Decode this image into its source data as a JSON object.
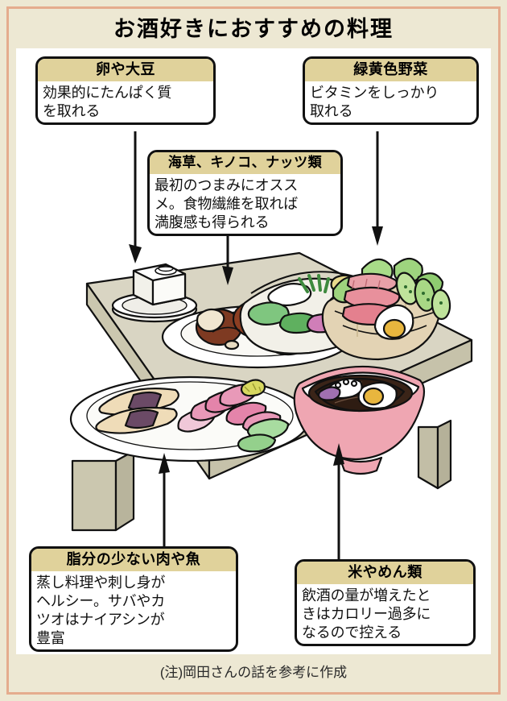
{
  "page": {
    "title": "お酒好きにおすすめの料理",
    "footnote": "(注)岡田さんの話を参考に作成",
    "frame_color": "#E5AC8E",
    "background_color": "#EDE8D3",
    "panel_color": "#FFFFFF",
    "callout_header_color": "#E0D29B",
    "callout_border_color": "#111111"
  },
  "callouts": [
    {
      "id": "egg",
      "heading": "卵や大豆",
      "body": "効果的にたんぱく質\nを取れる",
      "points_to": "tofu-block"
    },
    {
      "id": "vegetables",
      "heading": "緑黄色野菜",
      "body": "ビタミンをしっかり\n取れる",
      "points_to": "salad-basket"
    },
    {
      "id": "seaweed",
      "heading": "海草、キノコ、ナッツ類",
      "body": "最初のつまみにオスス\nメ。食物繊維を取れば\n満腹感も得られる",
      "points_to": "seaweed-plate"
    },
    {
      "id": "lean-meat-fish",
      "heading": "脂分の少ない肉や魚",
      "body": "蒸し料理や刺し身が\nヘルシー。サバやカ\nツオはナイアシンが\n豊富",
      "points_to": "sashimi-plate"
    },
    {
      "id": "rice-noodles",
      "heading": "米やめん類",
      "body": "飲酒の量が増えたと\nきはカロリー過多に\nなるので控える",
      "points_to": "noodle-bowl"
    }
  ],
  "illustration": {
    "name": "low-table-with-japanese-dishes",
    "table_top_color": "#D9D5C3",
    "table_side_color": "#C6C2AA",
    "table_leg_color": "#CBC7AF",
    "items": [
      {
        "name": "tofu-block-on-plate",
        "color": "#FFFFFF"
      },
      {
        "name": "shiitake-mushroom-plate",
        "color": "#8A3A22"
      },
      {
        "name": "seaweed-salad-bowl",
        "color": "#E8E6DE"
      },
      {
        "name": "vegetable-ham-basket",
        "color": "#E3D3B4"
      },
      {
        "name": "soba-noodle-bowl",
        "color": "#EFA6B2"
      },
      {
        "name": "sashimi-and-steamed-fish-plate",
        "color": "#FFFFFF"
      }
    ]
  }
}
